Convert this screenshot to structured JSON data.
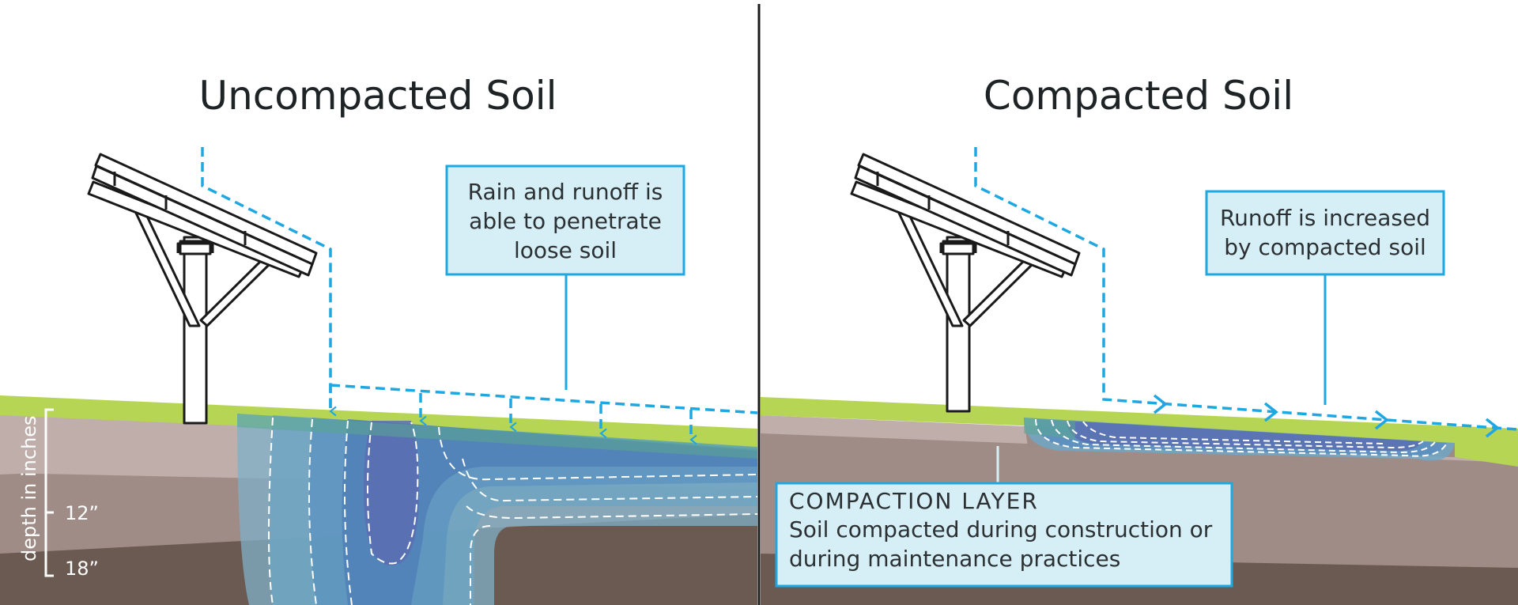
{
  "left_panel": {
    "title": "Uncompacted Soil",
    "callout": {
      "lines": [
        "Rain and runoff is",
        "able to penetrate",
        "loose soil"
      ]
    },
    "depth_axis": {
      "label": "depth in inches",
      "ticks": [
        "12”",
        "18”"
      ]
    }
  },
  "right_panel": {
    "title": "Compacted Soil",
    "callout": {
      "lines": [
        "Runoff is increased",
        "by compacted soil"
      ]
    },
    "compaction_callout": {
      "heading": "COMPACTION LAYER",
      "lines": [
        "Soil compacted during construction or",
        "during maintenance practices"
      ]
    }
  },
  "colors": {
    "grass": "#b6d554",
    "topsoil": "#bfaeaa",
    "midsoil": "#a08c87",
    "deepsoil": "#6b5a52",
    "water_arrow": "#1ea7e1",
    "callout_fill": "#d6eef6",
    "callout_border": "#1ea7e1",
    "divider": "#1a1a1a"
  },
  "icons": [
    "solar-panel-icon",
    "down-arrow-icon",
    "right-arrow-icon"
  ]
}
